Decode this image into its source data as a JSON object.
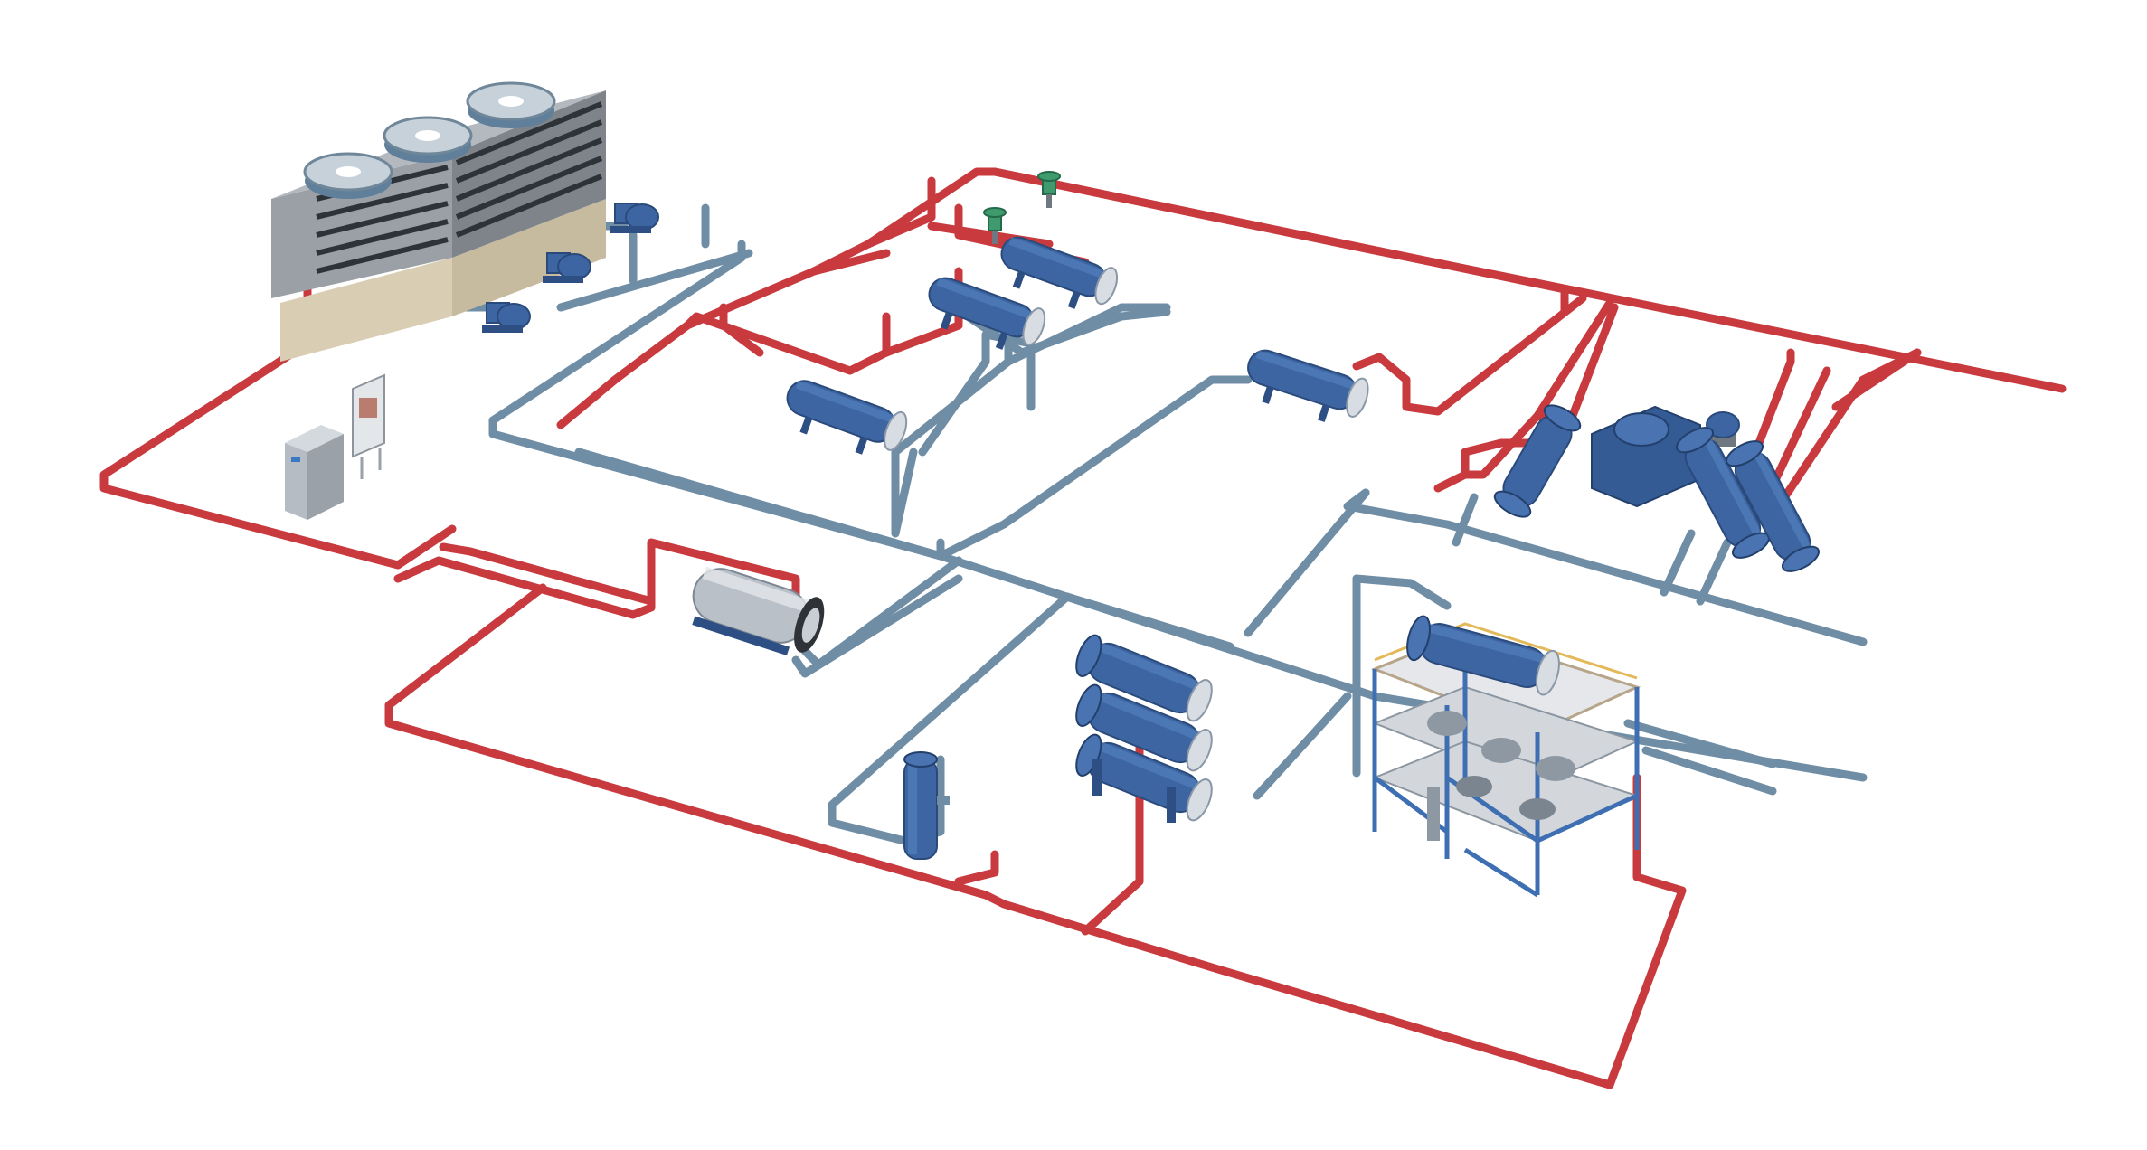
{
  "diagram": {
    "title": "",
    "colors": {
      "hot_line": "#c83a3e",
      "cold_line": "#6f8ea6",
      "equipment": "#3d65a2",
      "background": "#ffffff"
    },
    "components": [
      {
        "id": "cooling-tower",
        "icon": "cooling-tower-icon",
        "fans": 3
      },
      {
        "id": "pump-1",
        "icon": "pump-icon"
      },
      {
        "id": "pump-2",
        "icon": "pump-icon"
      },
      {
        "id": "pump-3",
        "icon": "pump-icon"
      },
      {
        "id": "control-cabinet",
        "icon": "cabinet-icon"
      },
      {
        "id": "control-panel",
        "icon": "panel-board-icon"
      },
      {
        "id": "heat-exchanger-a",
        "icon": "shell-tube-exchanger-icon"
      },
      {
        "id": "heat-exchanger-b",
        "icon": "shell-tube-exchanger-icon"
      },
      {
        "id": "heat-exchanger-c",
        "icon": "shell-tube-exchanger-icon"
      },
      {
        "id": "heat-exchanger-d",
        "icon": "shell-tube-exchanger-icon"
      },
      {
        "id": "control-valve-1",
        "icon": "control-valve-icon"
      },
      {
        "id": "control-valve-2",
        "icon": "control-valve-icon"
      },
      {
        "id": "compressor-train",
        "icon": "compressor-icon"
      },
      {
        "id": "vertical-exchanger-1",
        "icon": "vertical-exchanger-icon"
      },
      {
        "id": "vertical-exchanger-2",
        "icon": "vertical-exchanger-icon"
      },
      {
        "id": "drum-heater",
        "icon": "drum-heater-icon"
      },
      {
        "id": "stacked-exchangers",
        "icon": "stacked-exchanger-icon",
        "count": 3
      },
      {
        "id": "vertical-vessel",
        "icon": "vertical-vessel-icon"
      },
      {
        "id": "structure-unit",
        "icon": "steel-structure-icon"
      }
    ]
  }
}
